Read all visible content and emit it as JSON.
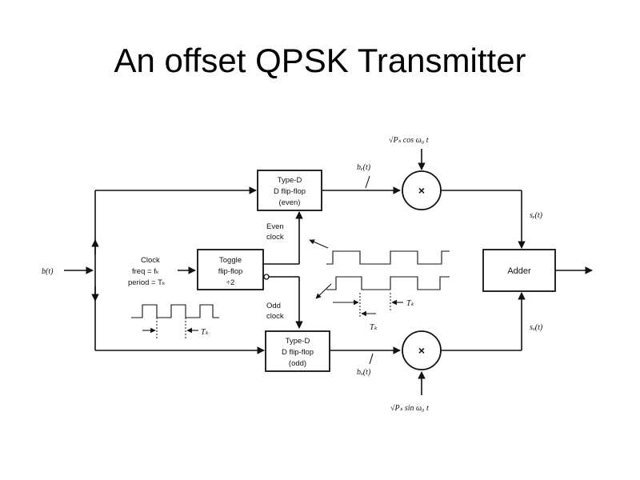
{
  "slide": {
    "title": "An offset QPSK Transmitter"
  },
  "diagram": {
    "input_label": "b(t)",
    "clock_label_1": "Clock",
    "clock_label_2": "freq = fₖ",
    "clock_label_3": "period = Tₖ",
    "toggle_label_1": "Toggle",
    "toggle_label_2": "flip-flop",
    "toggle_label_3": "÷2",
    "ff_even_1": "Type-D",
    "ff_even_2": "D flip-flop",
    "ff_even_3": "(even)",
    "ff_odd_1": "Type-D",
    "ff_odd_2": "D flip-flop",
    "ff_odd_3": "(odd)",
    "even_clock_1": "Even",
    "even_clock_2": "clock",
    "odd_clock_1": "Odd",
    "odd_clock_2": "clock",
    "mult_symbol": "×",
    "adder_label": "Adder",
    "be_label": "bₑ(t)",
    "bo_label": "bₒ(t)",
    "carrier_cos": "√Pₛ cos ω₀ t",
    "carrier_sin": "√Pₛ sin ω₀ t",
    "se_label": "sₑ(t)",
    "so_label": "sₒ(t)",
    "tb_label_clock": "Tₖ",
    "tb_label_a": "Tₖ",
    "tb_label_b": "Tₖ"
  }
}
